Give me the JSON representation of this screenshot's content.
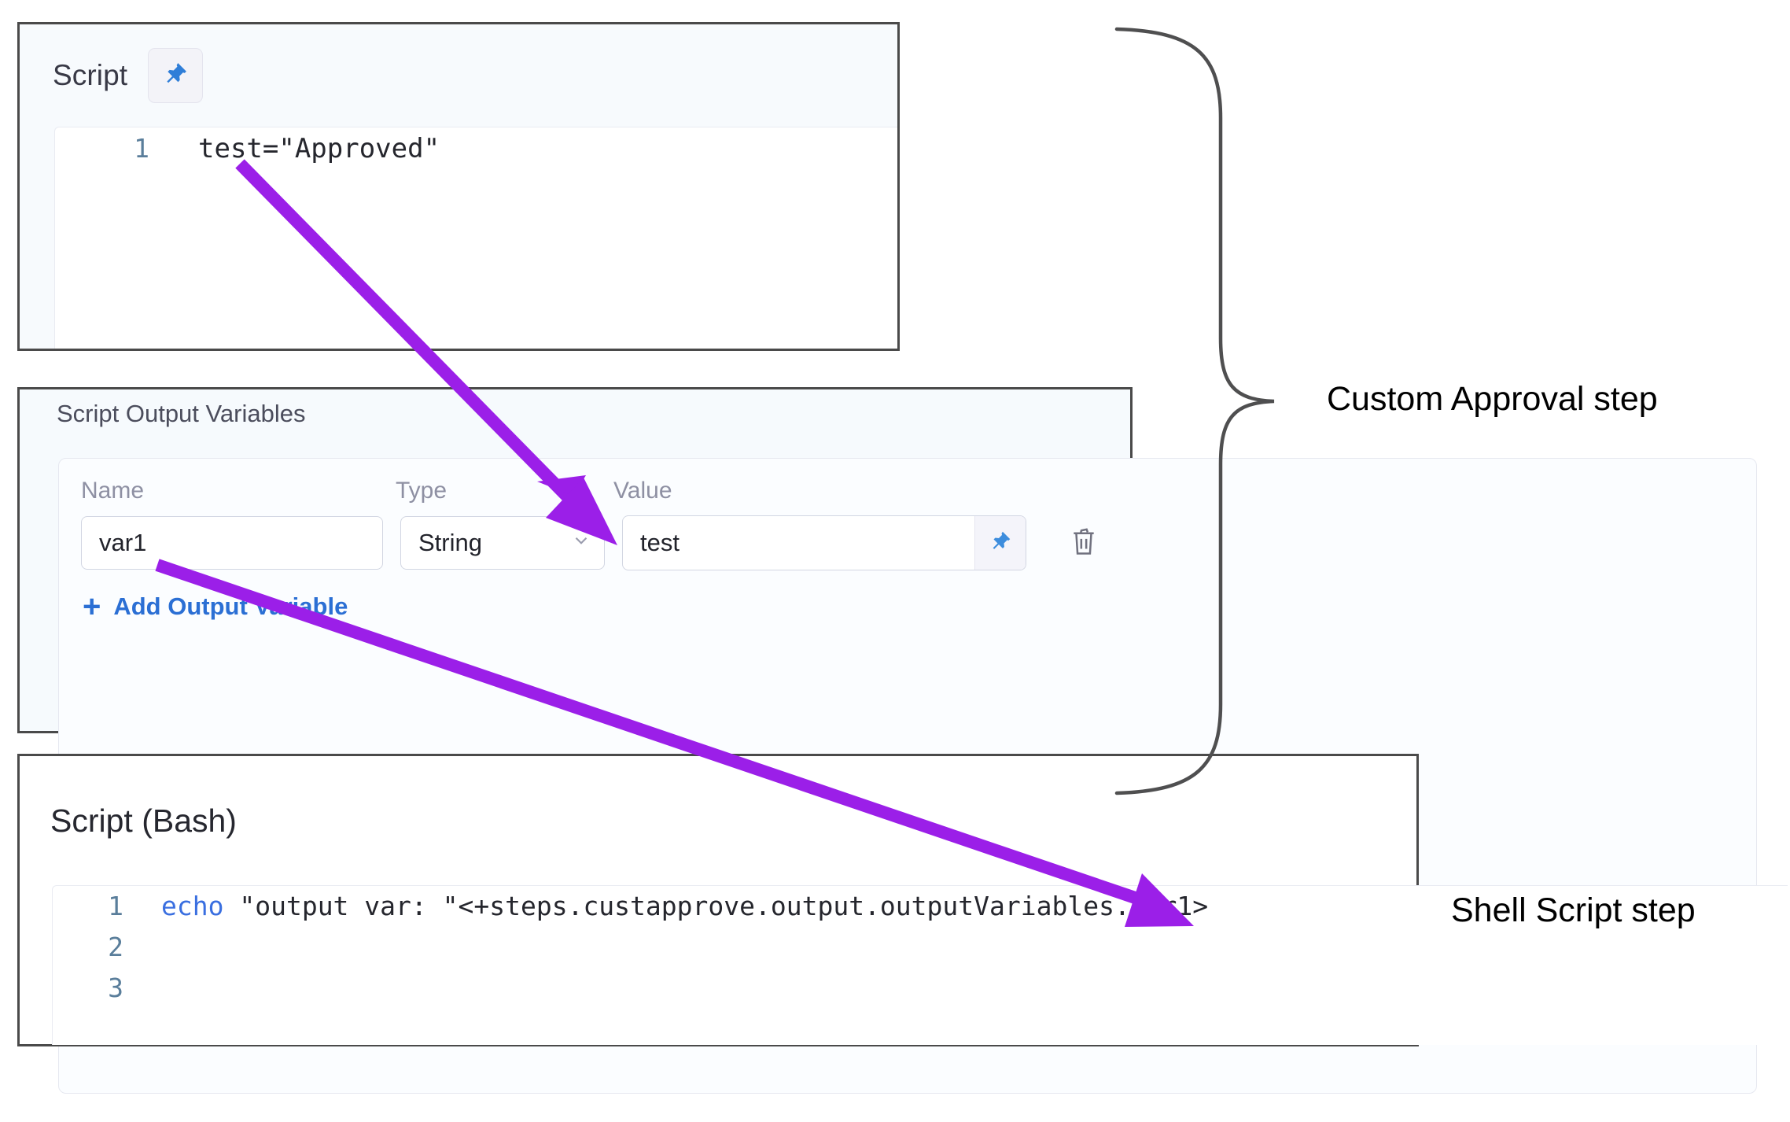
{
  "script_panel": {
    "title": "Script",
    "pin_icon": "pin-icon",
    "code": {
      "lines": [
        {
          "number": "1",
          "text": "test=\"Approved\""
        }
      ]
    }
  },
  "output_variables_panel": {
    "title": "Script Output Variables",
    "columns": {
      "name": "Name",
      "type": "Type",
      "value": "Value"
    },
    "rows": [
      {
        "name": "var1",
        "type": "String",
        "value": "test",
        "pin_icon": "pin-icon",
        "delete_icon": "trash-icon",
        "chevron_icon": "chevron-down-icon"
      }
    ],
    "add_label": "Add Output Variable",
    "add_plus": "+"
  },
  "bash_panel": {
    "title": "Script (Bash)",
    "code": {
      "lines": [
        {
          "number": "1",
          "keyword": "echo",
          "rest": " \"output var: \"<+steps.custapprove.output.outputVariables.var1>"
        },
        {
          "number": "2",
          "keyword": "",
          "rest": ""
        },
        {
          "number": "3",
          "keyword": "",
          "rest": ""
        }
      ]
    }
  },
  "annotations": {
    "custom_approval": "Custom Approval step",
    "shell_script": "Shell Script step"
  },
  "colors": {
    "arrow_purple": "#9B1FE8",
    "brace_gray": "#4f4f50",
    "link_blue": "#2b6fd4",
    "pin_blue": "#3d8ddd",
    "panel_border": "#4a4a4a",
    "panel_bg": "#f6fafd"
  }
}
